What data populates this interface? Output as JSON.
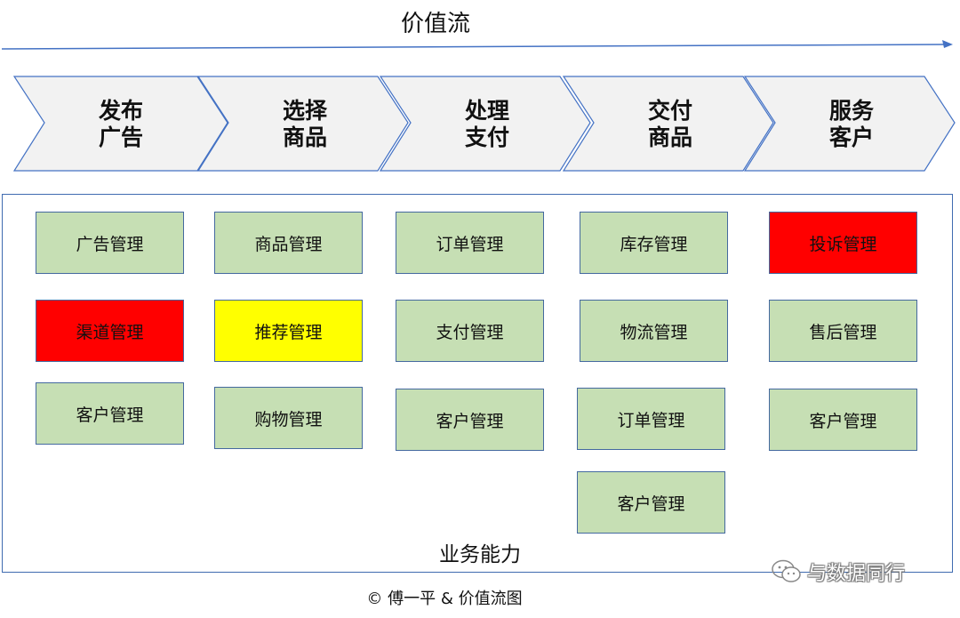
{
  "title": "价值流",
  "stages": [
    {
      "line1": "发布",
      "line2": "广告"
    },
    {
      "line1": "选择",
      "line2": "商品"
    },
    {
      "line1": "处理",
      "line2": "支付"
    },
    {
      "line1": "交付",
      "line2": "商品"
    },
    {
      "line1": "服务",
      "line2": "客户"
    }
  ],
  "capability_columns": [
    [
      "广告管理",
      "渠道管理",
      "客户管理"
    ],
    [
      "商品管理",
      "推荐管理",
      "购物管理"
    ],
    [
      "订单管理",
      "支付管理",
      "客户管理"
    ],
    [
      "库存管理",
      "物流管理",
      "订单管理",
      "客户管理"
    ],
    [
      "投诉管理",
      "售后管理",
      "客户管理"
    ]
  ],
  "highlight_colors": {
    "default": "#c6dfb4",
    "red": "#ff0000",
    "yellow": "#ffff00"
  },
  "panel_label": "业务能力",
  "footer": "© 傅一平 & 价值流图",
  "watermark": {
    "icon": "wechat-icon",
    "text": "与数据同行"
  }
}
